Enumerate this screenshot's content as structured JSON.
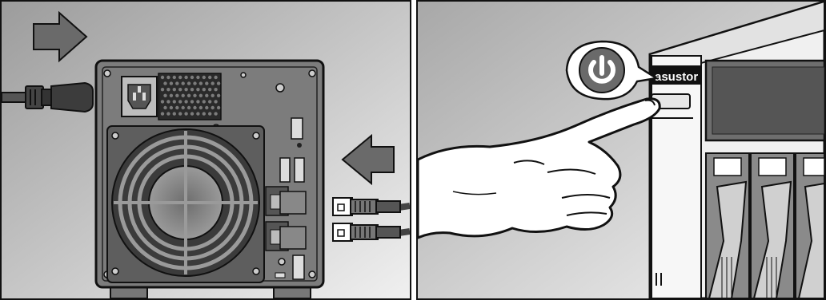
{
  "panels": {
    "left": {
      "name": "rear-connection-panel"
    },
    "right": {
      "name": "front-power-panel",
      "brand_text": "asustor"
    }
  },
  "colors": {
    "background_gradient_top": "#a0a0a0",
    "background_gradient_bottom": "#f2f2f2",
    "chassis": "#7a7a7a",
    "chassis_dark": "#3c3c3c",
    "arrow": "#6a6a6a",
    "outline": "#111111"
  },
  "icons": {
    "arrow_in": "arrow-right-icon",
    "arrow_cable": "arrow-left-icon",
    "power": "power-icon"
  }
}
